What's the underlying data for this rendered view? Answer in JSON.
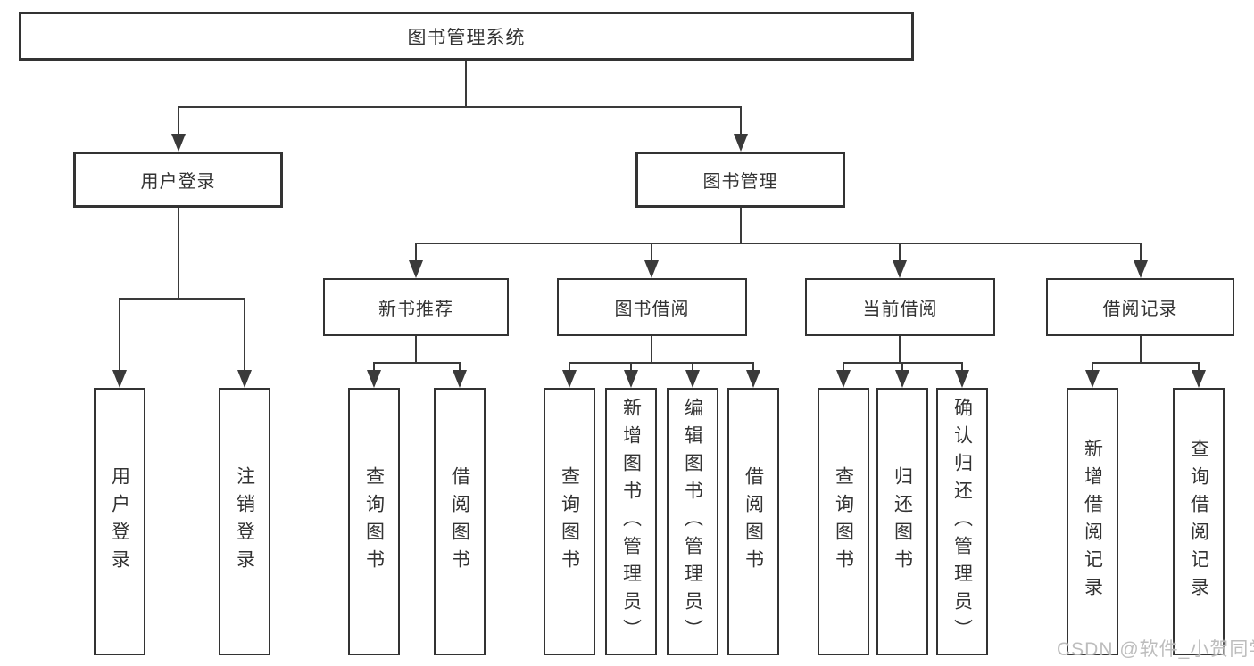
{
  "diagram": {
    "nodes": {
      "root": "图书管理系统",
      "user_login": "用户登录",
      "book_mgmt": "图书管理",
      "new_book": "新书推荐",
      "book_borrow": "图书借阅",
      "current_borrow": "当前借阅",
      "borrow_records": "借阅记录",
      "leaf_user_login": "用户登录",
      "leaf_logout": "注销登录",
      "leaf_nb_query": "查询图书",
      "leaf_nb_borrow": "借阅图书",
      "leaf_bb_query": "查询图书",
      "leaf_bb_add": "新增图书（管理员）",
      "leaf_bb_edit": "编辑图书（管理员）",
      "leaf_bb_borrow": "借阅图书",
      "leaf_cb_query": "查询图书",
      "leaf_cb_return": "归还图书",
      "leaf_cb_confirm": "确认归还（管理员）",
      "leaf_br_add": "新增借阅记录",
      "leaf_br_query": "查询借阅记录"
    },
    "colors": {
      "line": "#3a3a3a",
      "text": "#333333",
      "watermark": "#b9b9b9"
    }
  },
  "watermark": "CSDN @软件_小贺同学"
}
